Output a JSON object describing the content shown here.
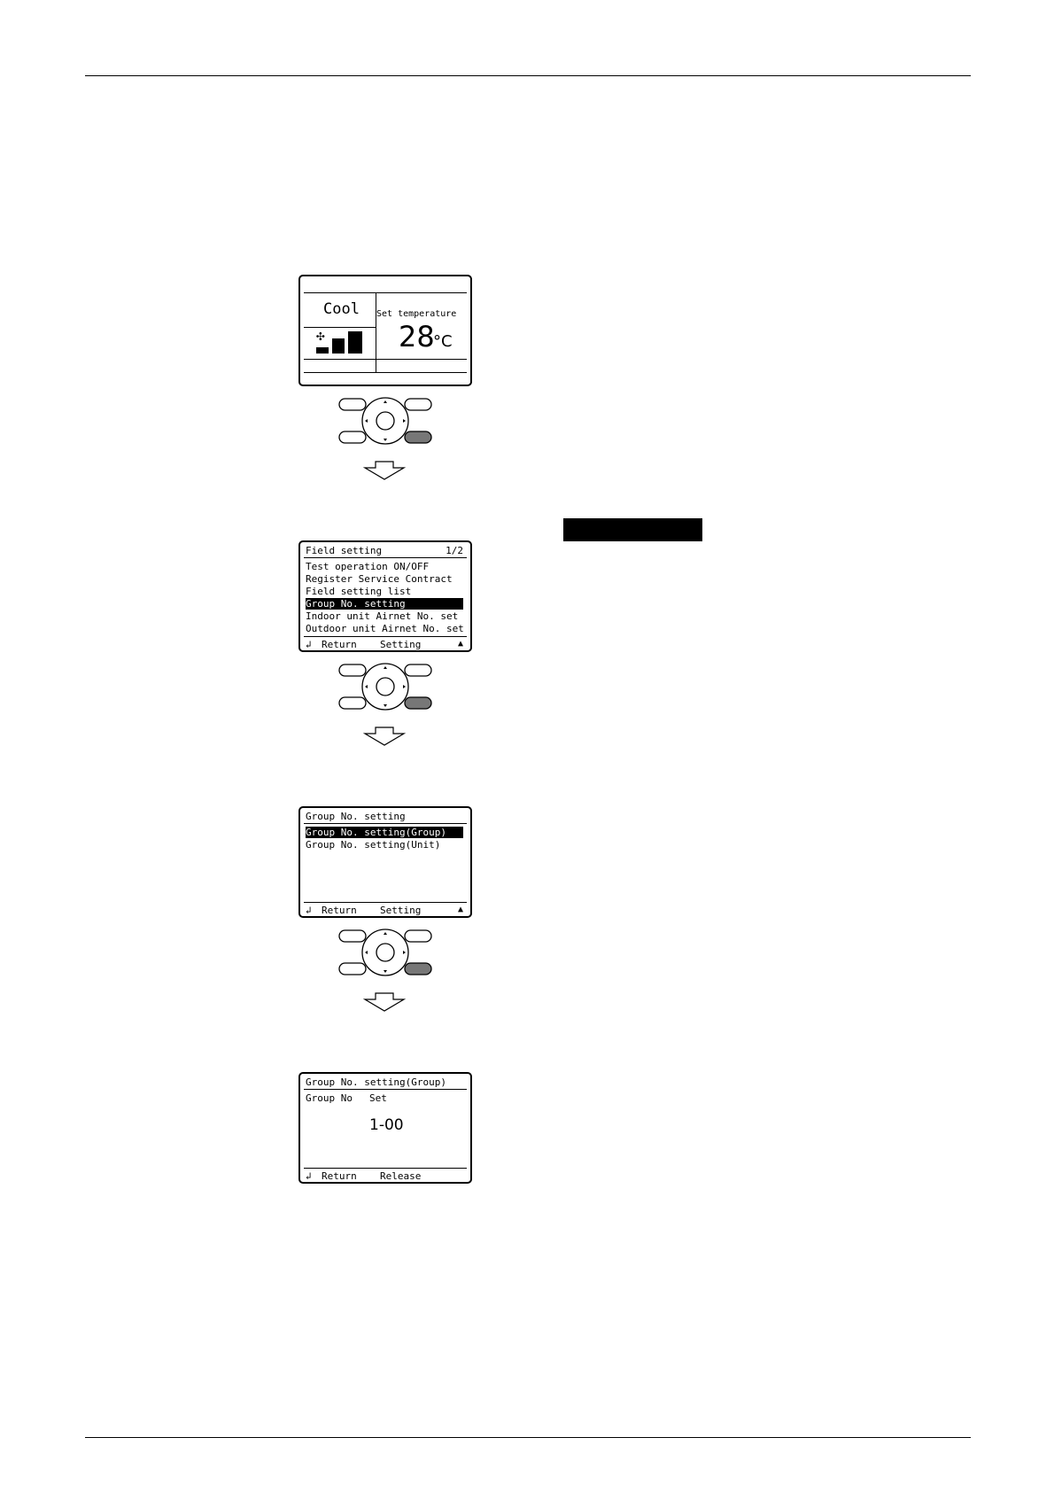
{
  "screen1": {
    "mode": "Cool",
    "set_label": "Set temperature",
    "temp": "28",
    "unit": "°C"
  },
  "screen2": {
    "title": "Field setting",
    "page": "1/2",
    "items": [
      "Test operation ON/OFF",
      "Register Service Contract",
      "Field setting list",
      "Group No. setting",
      "Indoor unit Airnet No. set",
      "Outdoor unit Airnet No. set"
    ],
    "footer_return": "Return",
    "footer_action": "Setting"
  },
  "screen3": {
    "title": "Group No. setting",
    "items": [
      "Group No. setting(Group)",
      "Group No. setting(Unit)"
    ],
    "footer_return": "Return",
    "footer_action": "Setting"
  },
  "screen4": {
    "title": "Group No. setting(Group)",
    "col1": "Group No",
    "col2": "Set",
    "value": "1-00",
    "footer_return": "Return",
    "footer_action": "Release"
  }
}
